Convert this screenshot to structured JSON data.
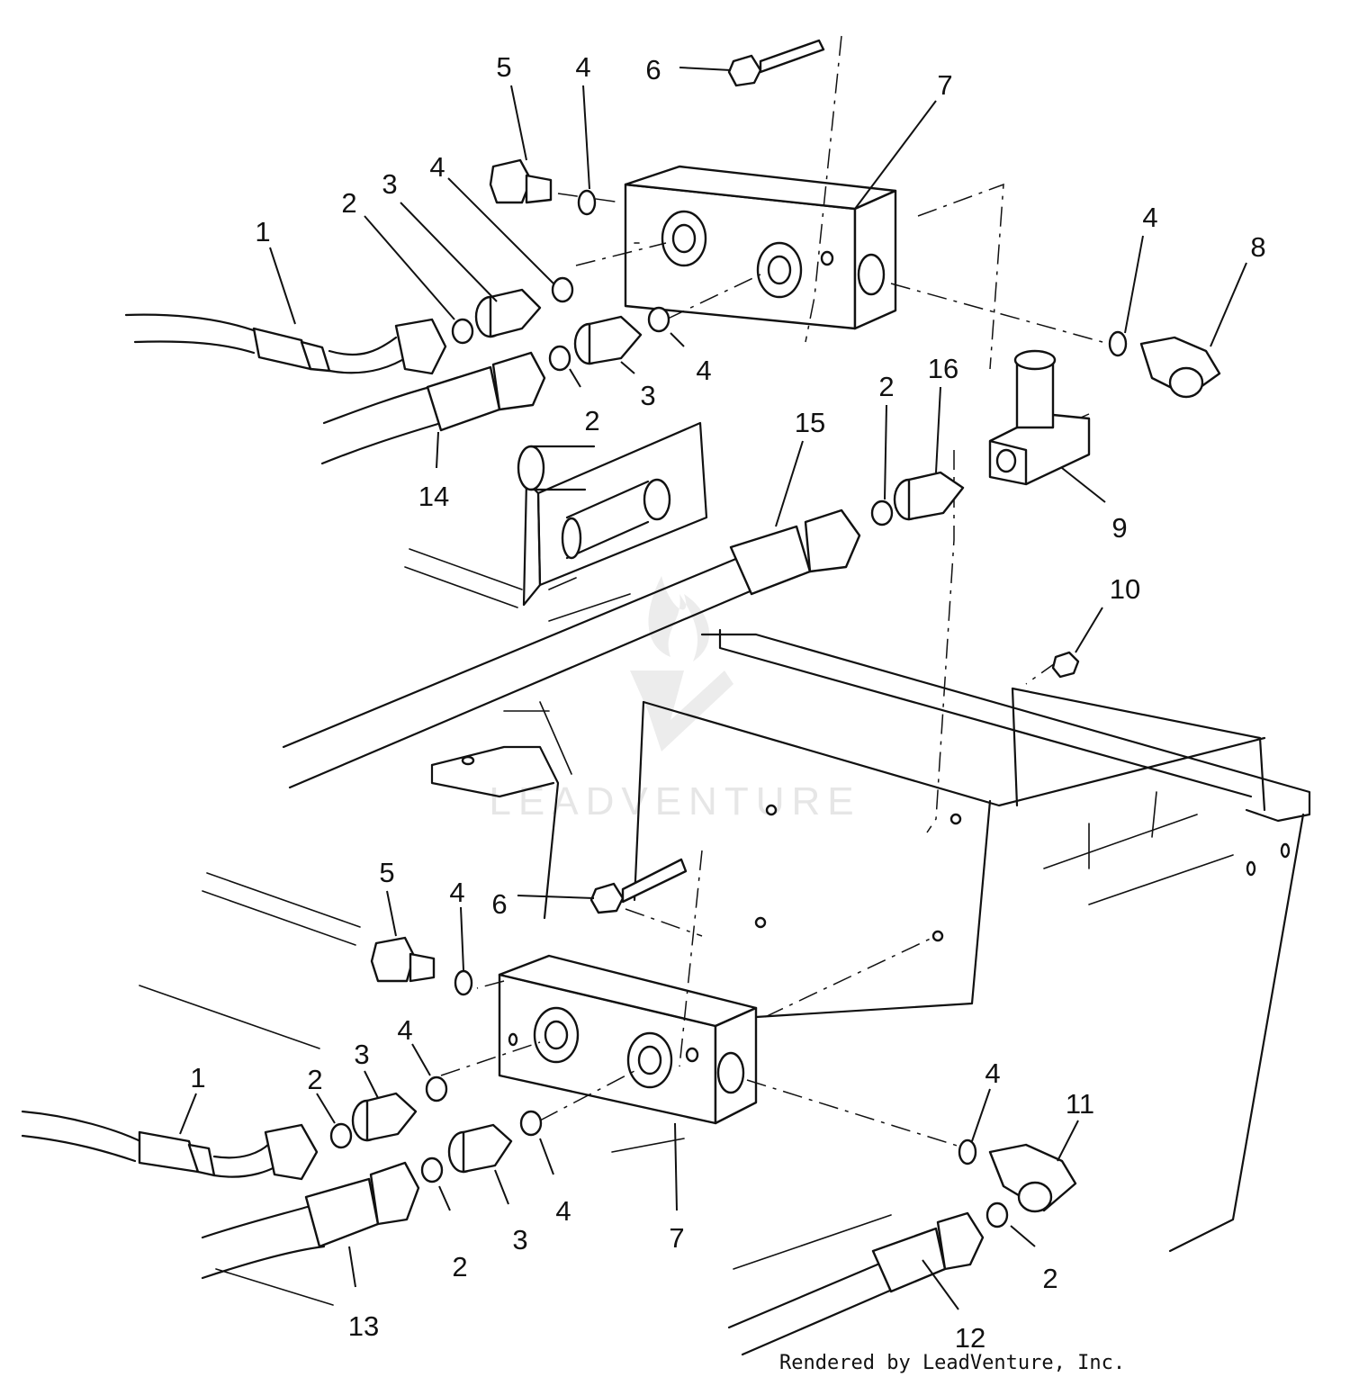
{
  "diagram": {
    "callouts": [
      {
        "id": "c1a",
        "text": "1"
      },
      {
        "id": "c2a",
        "text": "2"
      },
      {
        "id": "c3a",
        "text": "3"
      },
      {
        "id": "c4a",
        "text": "4"
      },
      {
        "id": "c5a",
        "text": "5"
      },
      {
        "id": "c4b",
        "text": "4"
      },
      {
        "id": "c6a",
        "text": "6"
      },
      {
        "id": "c7a",
        "text": "7"
      },
      {
        "id": "c4c",
        "text": "4"
      },
      {
        "id": "c8",
        "text": "8"
      },
      {
        "id": "c2b",
        "text": "2"
      },
      {
        "id": "c3b",
        "text": "3"
      },
      {
        "id": "c4d",
        "text": "4"
      },
      {
        "id": "c14",
        "text": "14"
      },
      {
        "id": "c15",
        "text": "15"
      },
      {
        "id": "c2c",
        "text": "2"
      },
      {
        "id": "c16",
        "text": "16"
      },
      {
        "id": "c9",
        "text": "9"
      },
      {
        "id": "c10",
        "text": "10"
      },
      {
        "id": "c5b",
        "text": "5"
      },
      {
        "id": "c4e",
        "text": "4"
      },
      {
        "id": "c6b",
        "text": "6"
      },
      {
        "id": "c1b",
        "text": "1"
      },
      {
        "id": "c2d",
        "text": "2"
      },
      {
        "id": "c3c",
        "text": "3"
      },
      {
        "id": "c4f",
        "text": "4"
      },
      {
        "id": "c4g",
        "text": "4"
      },
      {
        "id": "c11",
        "text": "11"
      },
      {
        "id": "c2e",
        "text": "2"
      },
      {
        "id": "c3d",
        "text": "3"
      },
      {
        "id": "c4h",
        "text": "4"
      },
      {
        "id": "c13",
        "text": "13"
      },
      {
        "id": "c7b",
        "text": "7"
      },
      {
        "id": "c2f",
        "text": "2"
      },
      {
        "id": "c12",
        "text": "12"
      }
    ],
    "watermark": "LEADVENTURE",
    "footer": "Rendered by LeadVenture, Inc."
  }
}
